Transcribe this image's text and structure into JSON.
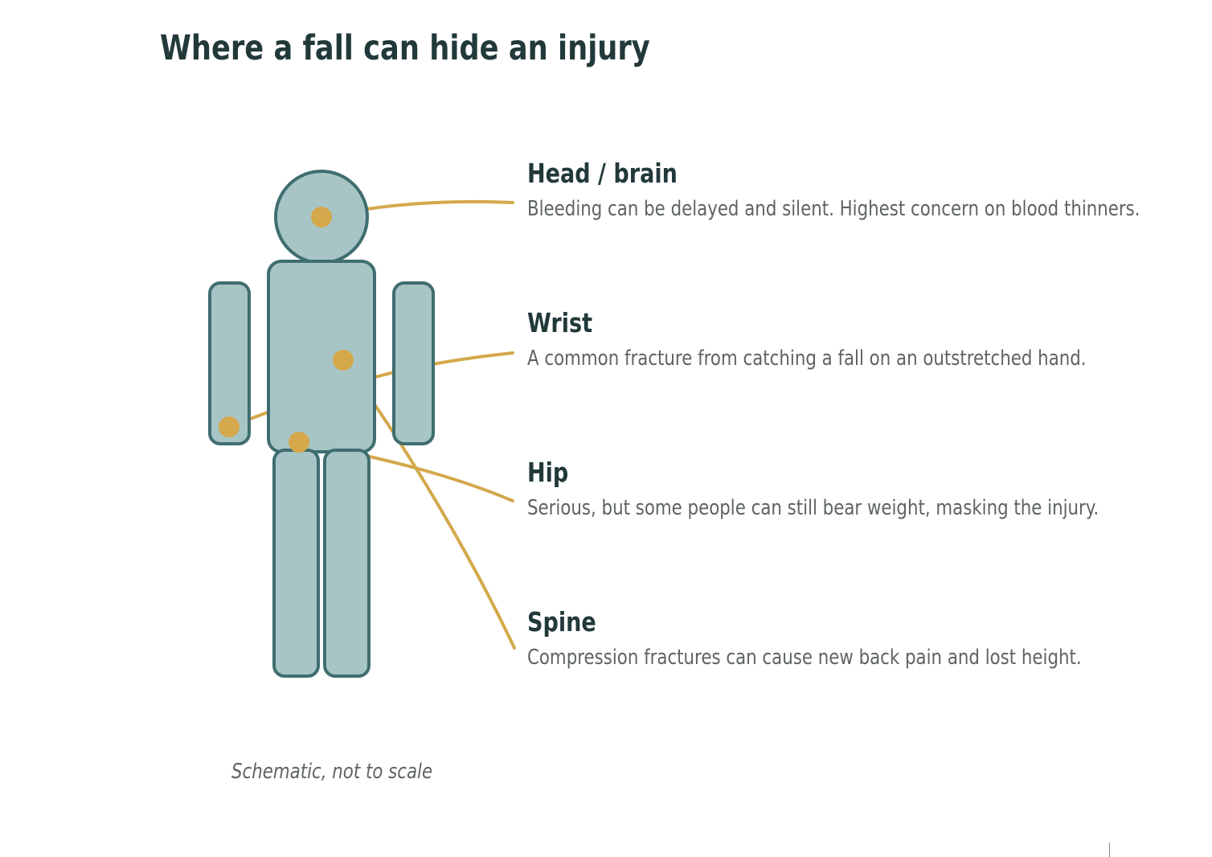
{
  "title": "Where a fall can hide an injury",
  "caption": "Schematic, not to scale",
  "colors": {
    "body_fill": "#a8c5c6",
    "body_stroke": "#3f6e70",
    "marker": "#d4a84b",
    "heading": "#22393a",
    "text": "#5e6462"
  },
  "callouts": [
    {
      "label": "Head / brain",
      "description": "Bleeding can be delayed and silent. Highest concern on blood thinners."
    },
    {
      "label": "Wrist",
      "description": "A common fracture from catching a fall on an outstretched hand."
    },
    {
      "label": "Hip",
      "description": "Serious, but some people can still bear weight, masking the injury."
    },
    {
      "label": "Spine",
      "description": "Compression fractures can cause new back pain and lost height."
    }
  ]
}
